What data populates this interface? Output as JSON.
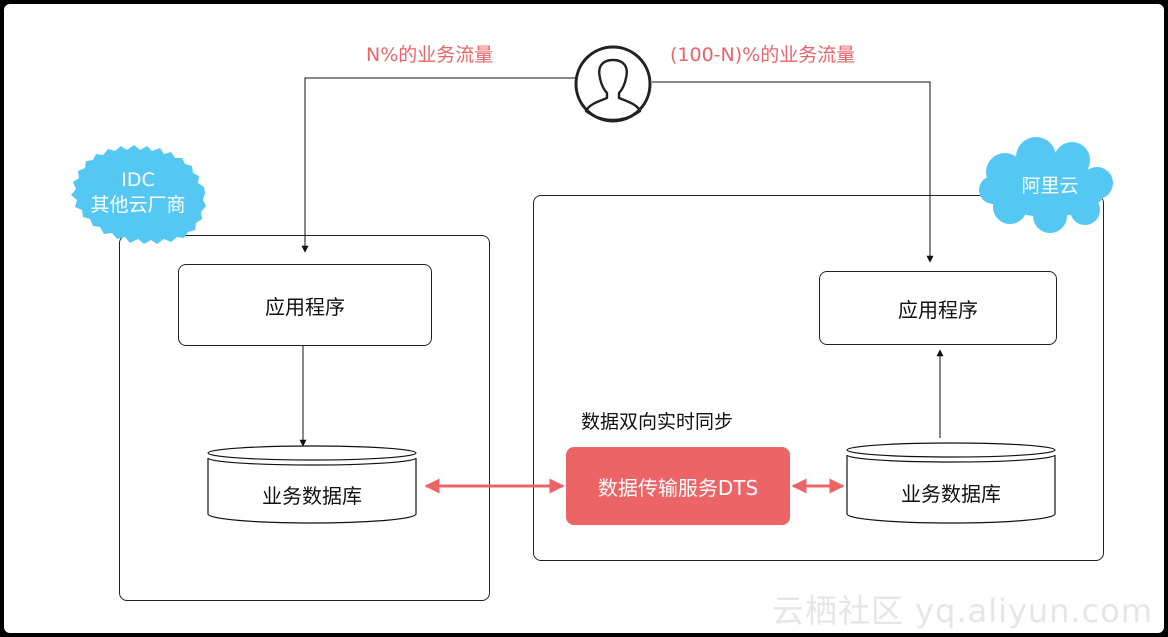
{
  "traffic": {
    "left_label": "N%的业务流量",
    "right_label": "(100-N)%的业务流量"
  },
  "clouds": {
    "idc_line1": "IDC",
    "idc_line2": "其他云厂商",
    "aliyun": "阿里云"
  },
  "left_site": {
    "app": "应用程序",
    "db": "业务数据库"
  },
  "right_site": {
    "app": "应用程序",
    "db": "业务数据库"
  },
  "dts": {
    "label": "数据传输服务DTS",
    "sync_label": "数据双向实时同步"
  },
  "watermark": "云栖社区 yq.aliyun.com",
  "colors": {
    "accent": "#ed6467",
    "traffic_text": "#e8646a",
    "cloud": "#54c8f2"
  },
  "icons": {
    "user": "user-icon"
  }
}
